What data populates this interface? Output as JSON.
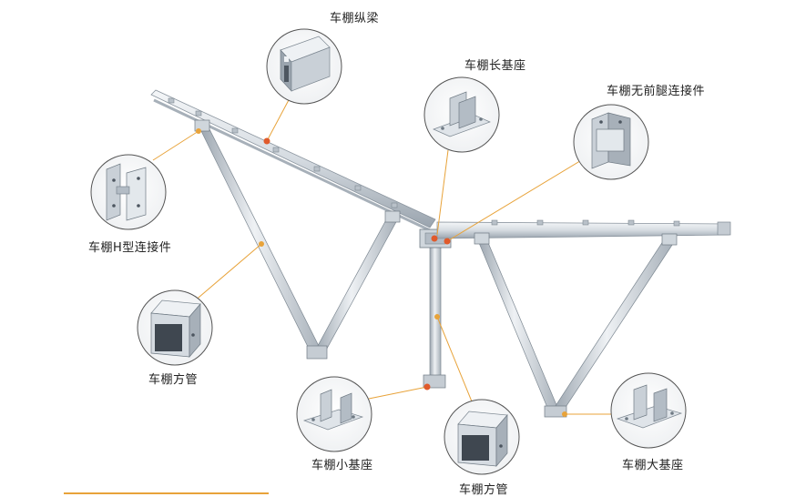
{
  "labels": {
    "longitudinal_beam": "车棚纵梁",
    "long_base": "车棚长基座",
    "front_leg_connector": "车棚无前腿连接件",
    "h_connector": "车棚H型连接件",
    "square_tube_left": "车棚方管",
    "small_base": "车棚小基座",
    "square_tube_center": "车棚方管",
    "large_base": "车棚大基座"
  },
  "colors": {
    "leader_line": "#e8a33a",
    "callout_dot": "#e8a33a",
    "callout_dot_red": "#e05a2b",
    "metal_light": "#e9edf1",
    "metal_mid": "#c9d0d7",
    "metal_dark": "#8f99a3",
    "circle_border": "#555555",
    "accent_rule": "#e8a33a"
  }
}
